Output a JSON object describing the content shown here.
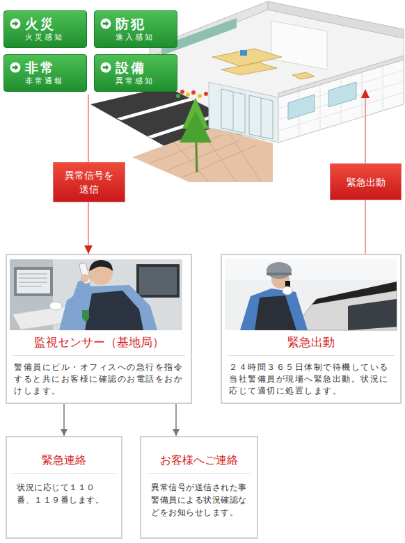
{
  "diagram": {
    "nodes": [
      {
        "text": [
          "火災",
          "火災感知"
        ]
      },
      {
        "text": [
          "防犯",
          "進入感知"
        ]
      },
      {
        "text": [
          "非常",
          "非常通報"
        ]
      },
      {
        "text": [
          "設備",
          "異常感知"
        ]
      },
      {
        "text": [
          "異常信号を送信"
        ]
      },
      {
        "text": [
          "緊急出動"
        ]
      },
      {
        "text": [
          "監視センサー（基地局）",
          "警備員にビル・オフィスへの急行を指令すると共にお客様に確認のお電話をおかけします。"
        ]
      },
      {
        "text": [
          "緊急出動",
          "２４時間３６５日体制で待機している当社警備員が現場へ緊急出動。状況に応じて適切に処置します。"
        ]
      },
      {
        "text": [
          "緊急連絡",
          "状況に応じて１１０番、１１９番します。"
        ]
      },
      {
        "text": [
          "お客様へご連絡",
          "異常信号が送信された事警備員による状況確認などをお知らせします。"
        ]
      }
    ],
    "edges": [
      {
        "from": 4,
        "to": 6,
        "arrow": "to"
      },
      {
        "from": 7,
        "to": 5,
        "arrow": "none"
      },
      {
        "from": 6,
        "to": 8,
        "arrow": "to"
      },
      {
        "from": 6,
        "to": 9,
        "arrow": "to"
      }
    ]
  }
}
